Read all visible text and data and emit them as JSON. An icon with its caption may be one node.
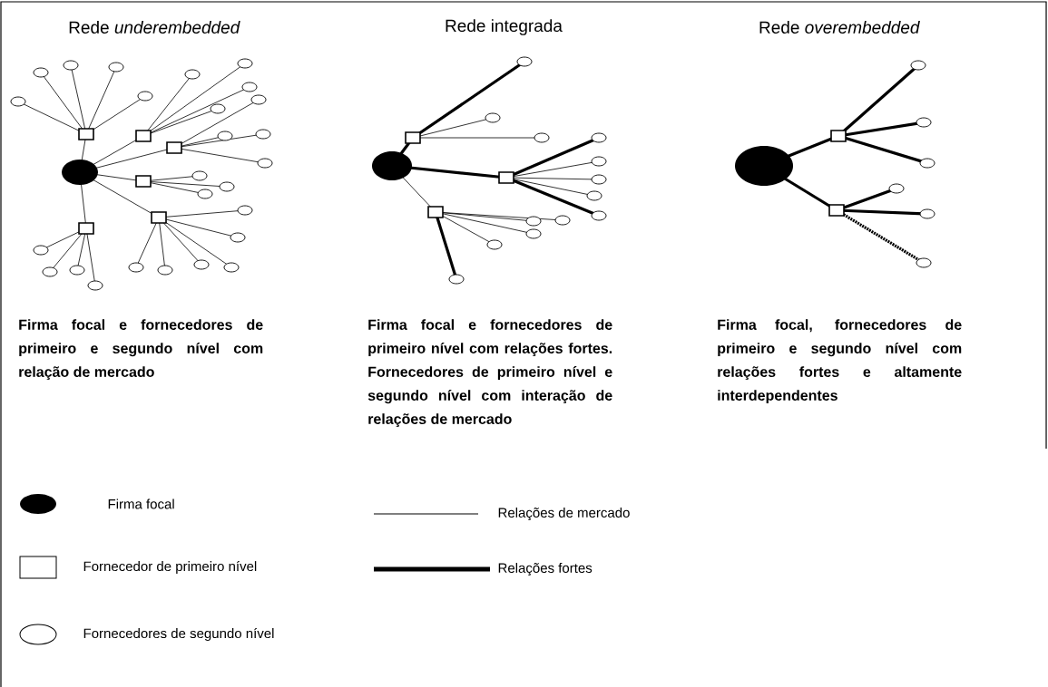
{
  "diagram": {
    "labels": [
      "Rede *underembedded*",
      "Rede integrada",
      "Rede *overembedded*",
      "Firma focal e fornecedores de primeiro e segundo nível com relação de mercado",
      "Firma focal e fornecedores de primeiro nível com relações fortes. Fornecedores de primeiro nível e segundo nível com interação de relações de mercado",
      "Firma focal, fornecedores de primeiro e segundo nível com relações fortes e altamente interdependentes"
    ],
    "legend": [
      {
        "text": "Firma focal"
      },
      {
        "text": "Fornecedor de primeiro nível"
      },
      {
        "text": "Fornecedores de segundo nível"
      },
      {
        "text": "Relações de mercado"
      },
      {
        "text": "Relações fortes"
      }
    ]
  }
}
